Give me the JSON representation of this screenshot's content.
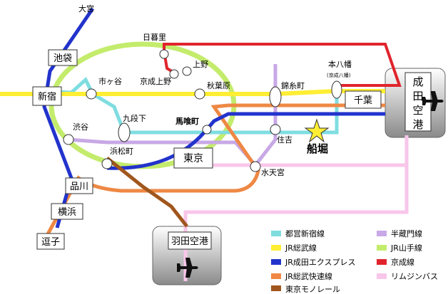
{
  "stations": {
    "omiya": "大宮",
    "nippori": "日暮里",
    "ikebukuro": "池袋",
    "ueno": "上野",
    "keisei_ueno": "京成上野",
    "ichigaya": "市ヶ谷",
    "akihabara": "秋葉原",
    "kinshicho": "錦糸町",
    "motoyawata": "本八幡",
    "motoyawata_sub": "(京成八幡)",
    "shinjuku": "新宿",
    "chiba": "千葉",
    "narita_airport": "成田空港",
    "kudanshita": "九段下",
    "bakurocho": "馬喰町",
    "shibuya": "渋谷",
    "sumiyoshi": "住吉",
    "funabori": "船堀",
    "hamamatsucho": "浜松町",
    "tokyo": "東京",
    "suitengu": "水天宮",
    "shinagawa": "品川",
    "yokohama": "横浜",
    "zushi": "逗子",
    "haneda_airport": "羽田空港"
  },
  "legend": [
    {
      "label": "都営新宿線",
      "color": "#7fdde0"
    },
    {
      "label": "JR総武線",
      "color": "#ffee33"
    },
    {
      "label": "JR成田エクスプレス",
      "color": "#2233cc"
    },
    {
      "label": "JR総武快速線",
      "color": "#ee8844"
    },
    {
      "label": "東京モノレール",
      "color": "#a0561c"
    },
    {
      "label": "半蔵門線",
      "color": "#c8a8e6"
    },
    {
      "label": "JR山手線",
      "color": "#c4ec6c"
    },
    {
      "label": "京成線",
      "color": "#e0242c"
    },
    {
      "label": "リムジンバス",
      "color": "#f8c6ea"
    }
  ],
  "icons": {
    "airplane": "airplane-icon",
    "star": "star-icon"
  }
}
